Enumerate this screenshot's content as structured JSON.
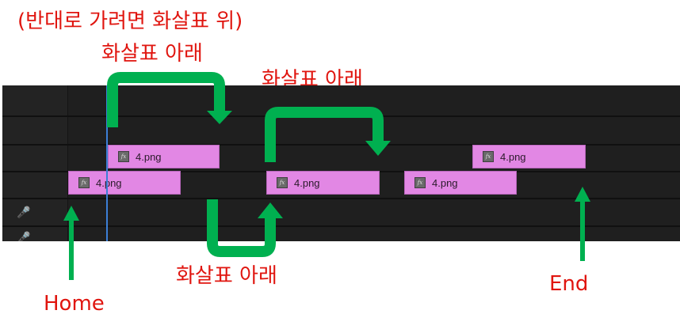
{
  "annotations": {
    "reverse_note": "(반대로 가려면 화살표 위)",
    "arrow_down_label_1": "화살표 아래",
    "arrow_down_label_2": "화살표 아래",
    "arrow_down_label_3": "화살표 아래",
    "home_label": "Home",
    "end_label": "End"
  },
  "timeline": {
    "clips": [
      {
        "name": "4.png"
      },
      {
        "name": "4.png"
      },
      {
        "name": "4.png"
      },
      {
        "name": "4.png"
      },
      {
        "name": "4.png"
      }
    ]
  },
  "icons": {
    "clip_icon": "fx-icon",
    "mic_icon": "microphone-icon",
    "fx_glyph": "fx"
  },
  "colors": {
    "annotation_text": "#e0150f",
    "arrow": "#00b050",
    "clip_fill": "#e287e4",
    "timeline_bg": "#1f1f1f",
    "playhead": "#3c7fd6"
  }
}
